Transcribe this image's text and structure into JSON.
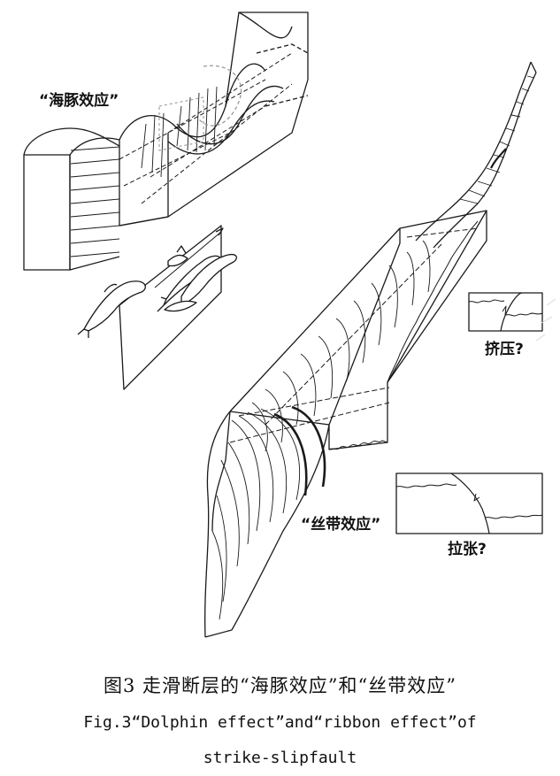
{
  "labels": {
    "dolphin": "“海豚效应”",
    "ribbon": "“丝带效应”",
    "compression": "挤压?",
    "extension": "拉张?"
  },
  "caption": {
    "cn": "图3 走滑断层的“海豚效应”和“丝带效应”",
    "en_line1": "Fig.3“Dolphin effect”and“ribbon effect”of",
    "en_line2": "strike-slipfault"
  },
  "colors": {
    "line": "#1a1a1a",
    "background": "#ffffff"
  }
}
